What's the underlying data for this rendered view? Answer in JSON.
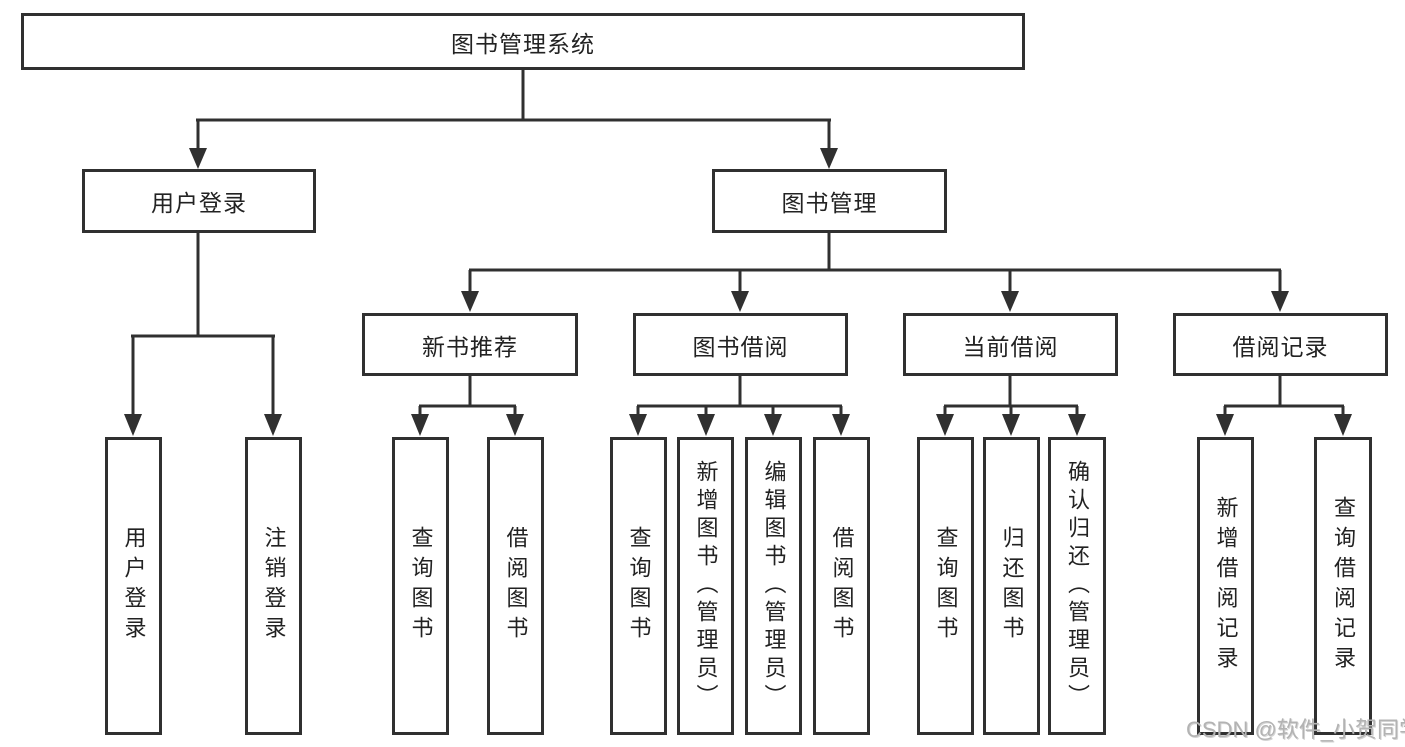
{
  "diagram": {
    "type": "hierarchy-tree",
    "title": "图书管理系统",
    "levels": 4,
    "nodes": {
      "root": "图书管理系统",
      "user_login": "用户登录",
      "book_mgmt": "图书管理",
      "new_book": "新书推荐",
      "book_borrow": "图书借阅",
      "current_borrow": "当前借阅",
      "borrow_records": "借阅记录",
      "ul_login": "用户登录",
      "ul_logout": "注销登录",
      "nb_query": "查询图书",
      "nb_borrow": "借阅图书",
      "bb_query": "查询图书",
      "bb_add": "新增图书（管理员）",
      "bb_edit": "编辑图书（管理员）",
      "bb_borrow": "借阅图书",
      "cb_query": "查询图书",
      "cb_return": "归还图书",
      "cb_confirm": "确认归还（管理员）",
      "br_add": "新增借阅记录",
      "br_query": "查询借阅记录"
    },
    "edges": [
      [
        "root",
        "user_login"
      ],
      [
        "root",
        "book_mgmt"
      ],
      [
        "user_login",
        "ul_login"
      ],
      [
        "user_login",
        "ul_logout"
      ],
      [
        "book_mgmt",
        "new_book"
      ],
      [
        "book_mgmt",
        "book_borrow"
      ],
      [
        "book_mgmt",
        "current_borrow"
      ],
      [
        "book_mgmt",
        "borrow_records"
      ],
      [
        "new_book",
        "nb_query"
      ],
      [
        "new_book",
        "nb_borrow"
      ],
      [
        "book_borrow",
        "bb_query"
      ],
      [
        "book_borrow",
        "bb_add"
      ],
      [
        "book_borrow",
        "bb_edit"
      ],
      [
        "book_borrow",
        "bb_borrow"
      ],
      [
        "current_borrow",
        "cb_query"
      ],
      [
        "current_borrow",
        "cb_return"
      ],
      [
        "current_borrow",
        "cb_confirm"
      ],
      [
        "borrow_records",
        "br_add"
      ],
      [
        "borrow_records",
        "br_query"
      ]
    ],
    "colors": {
      "line": "#303030",
      "box_border": "#303030",
      "box_fill": "#ffffff",
      "text": "#222222",
      "watermark": "#b3b3b3",
      "background": "#ffffff"
    }
  },
  "watermark": {
    "text": "CSDN @软件_小贺同学"
  }
}
